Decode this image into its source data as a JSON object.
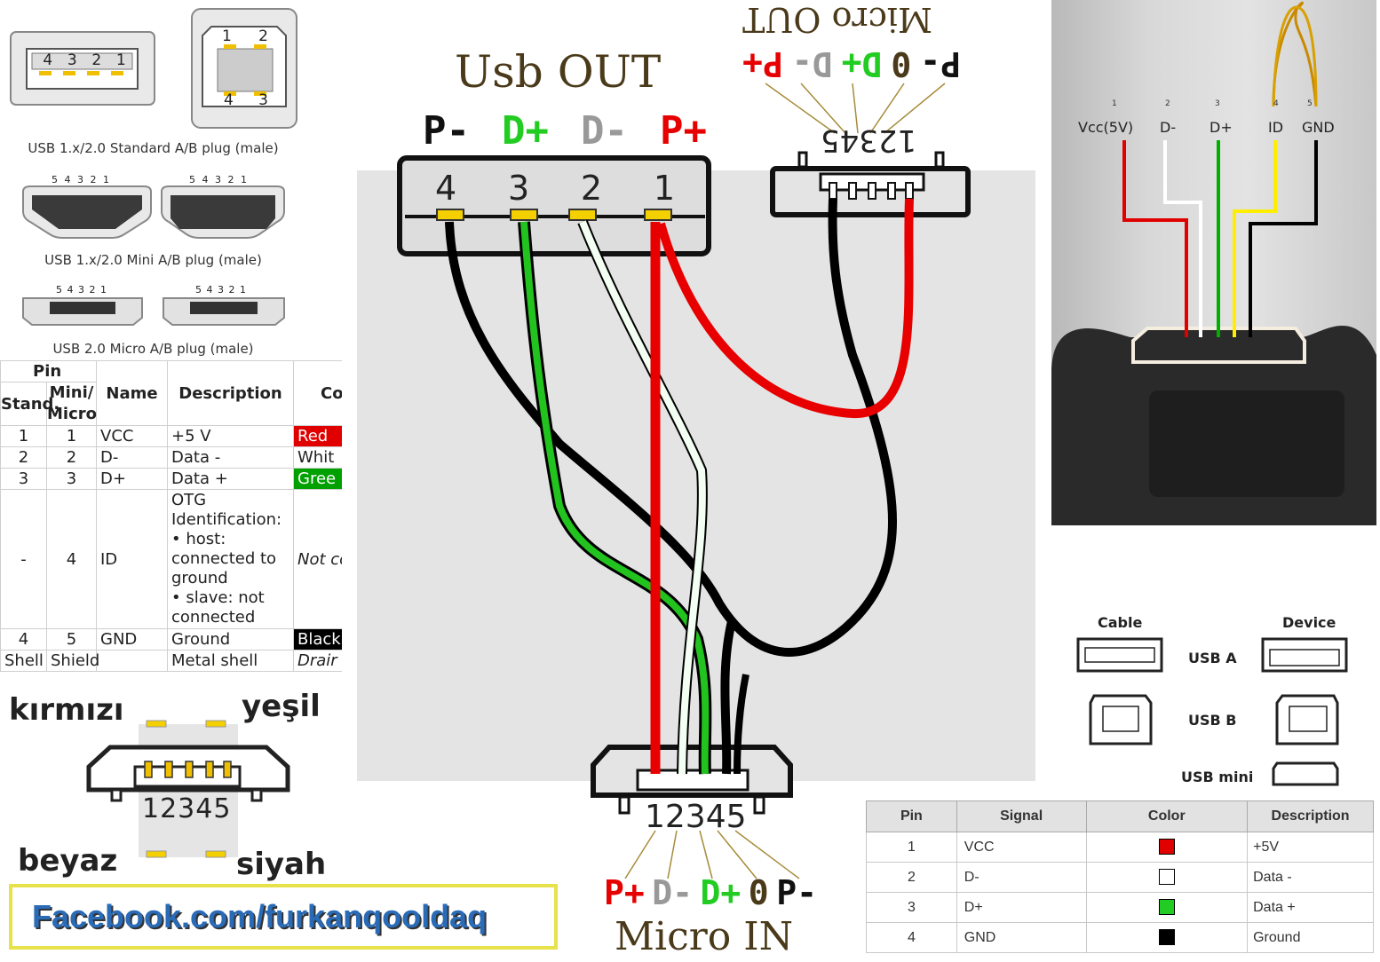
{
  "plugs": {
    "standard_caption": "USB 1.x/2.0 Standard A/B plug (male)",
    "mini_caption": "USB 1.x/2.0 Mini A/B plug (male)",
    "micro_caption": "USB 2.0 Micro A/B plug (male)",
    "std_a_pins": [
      "4",
      "3",
      "2",
      "1"
    ],
    "std_b_pins_top": [
      "1",
      "2"
    ],
    "std_b_pins_bottom": [
      "4",
      "3"
    ],
    "mini_pins": "5 4 3 2 1",
    "micro_pins": "5 4 3 2 1"
  },
  "pin_table": {
    "header_pin": "Pin",
    "header_stand": "Stand.",
    "header_mini_micro": "Mini/ Micro",
    "header_name": "Name",
    "header_description": "Description",
    "header_color_partial": "Co",
    "rows": [
      {
        "stand": "1",
        "mini": "1",
        "name": "VCC",
        "desc": "+5 V",
        "color": "Red",
        "color_hex": "#e00000",
        "text_color": "#ffffff"
      },
      {
        "stand": "2",
        "mini": "2",
        "name": "D-",
        "desc": "Data -",
        "color": "Whit",
        "color_hex": "#ffffff",
        "text_color": "#222222"
      },
      {
        "stand": "3",
        "mini": "3",
        "name": "D+",
        "desc": "Data +",
        "color": "Gree",
        "color_hex": "#00a000",
        "text_color": "#ffffff"
      },
      {
        "stand": "-",
        "mini": "4",
        "name": "ID",
        "desc_lines": [
          "OTG",
          "Identification:",
          "• host:",
          "connected to",
          "ground",
          "• slave: not",
          "connected"
        ],
        "color": "Not conn",
        "color_hex": "#ffffff",
        "text_color": "#222222"
      },
      {
        "stand": "4",
        "mini": "5",
        "name": "GND",
        "desc": "Ground",
        "color": "Black",
        "color_hex": "#000000",
        "text_color": "#ffffff"
      },
      {
        "stand": "Shell",
        "mini": "Shield",
        "name": "",
        "desc": "Metal shell",
        "color": "Drair",
        "color_hex": "#ffffff",
        "text_color": "#222222"
      }
    ]
  },
  "turkish": {
    "kirmizi": "kırmızı",
    "yesil": "yeşil",
    "beyaz": "beyaz",
    "siyah": "siyah",
    "pin_numbers": "12345"
  },
  "facebook": "Facebook.com/furkanqooldaq",
  "center": {
    "usb_out_title": "Usb OUT",
    "usb_out_labels": [
      {
        "text": "P-",
        "color": "#111111"
      },
      {
        "text": "D+",
        "color": "#22cc22"
      },
      {
        "text": "D-",
        "color": "#999999"
      },
      {
        "text": "P+",
        "color": "#e60000"
      }
    ],
    "usb_out_pins": [
      "4",
      "3",
      "2",
      "1"
    ],
    "micro_out_title": "Micro OUT",
    "micro_out_labels": [
      {
        "text": "P-",
        "color": "#111111"
      },
      {
        "text": "0",
        "color": "#4a3a1a"
      },
      {
        "text": "D+",
        "color": "#22cc22"
      },
      {
        "text": "D-",
        "color": "#999999"
      },
      {
        "text": "P+",
        "color": "#e60000"
      }
    ],
    "micro_out_pins": "12345",
    "micro_in_pins": "12345",
    "micro_in_labels": [
      {
        "text": "P+",
        "color": "#e60000"
      },
      {
        "text": "D-",
        "color": "#999999"
      },
      {
        "text": "D+",
        "color": "#22cc22"
      },
      {
        "text": "0",
        "color": "#4a3a1a"
      },
      {
        "text": "P-",
        "color": "#111111"
      }
    ],
    "micro_in_title": "Micro IN"
  },
  "photo": {
    "labels": [
      {
        "num": "1",
        "text": "Vcc(5V)",
        "wire": "#e00000"
      },
      {
        "num": "2",
        "text": "D-",
        "wire": "#ffffff"
      },
      {
        "num": "3",
        "text": "D+",
        "wire": "#00b000"
      },
      {
        "num": "4",
        "text": "ID",
        "wire": "#ffee00"
      },
      {
        "num": "5",
        "text": "GND",
        "wire": "#000000"
      }
    ]
  },
  "connectors": {
    "cable": "Cable",
    "device": "Device",
    "usb_a": "USB A",
    "usb_b": "USB B",
    "usb_mini": "USB mini"
  },
  "signal_table": {
    "headers": [
      "Pin",
      "Signal",
      "Color",
      "Description"
    ],
    "rows": [
      {
        "pin": "1",
        "signal": "VCC",
        "color_hex": "#e00000",
        "desc": "+5V"
      },
      {
        "pin": "2",
        "signal": "D-",
        "color_hex": "#ffffff",
        "desc": "Data -"
      },
      {
        "pin": "3",
        "signal": "D+",
        "color_hex": "#22cc22",
        "desc": "Data +"
      },
      {
        "pin": "4",
        "signal": "GND",
        "color_hex": "#000000",
        "desc": "Ground"
      }
    ]
  }
}
